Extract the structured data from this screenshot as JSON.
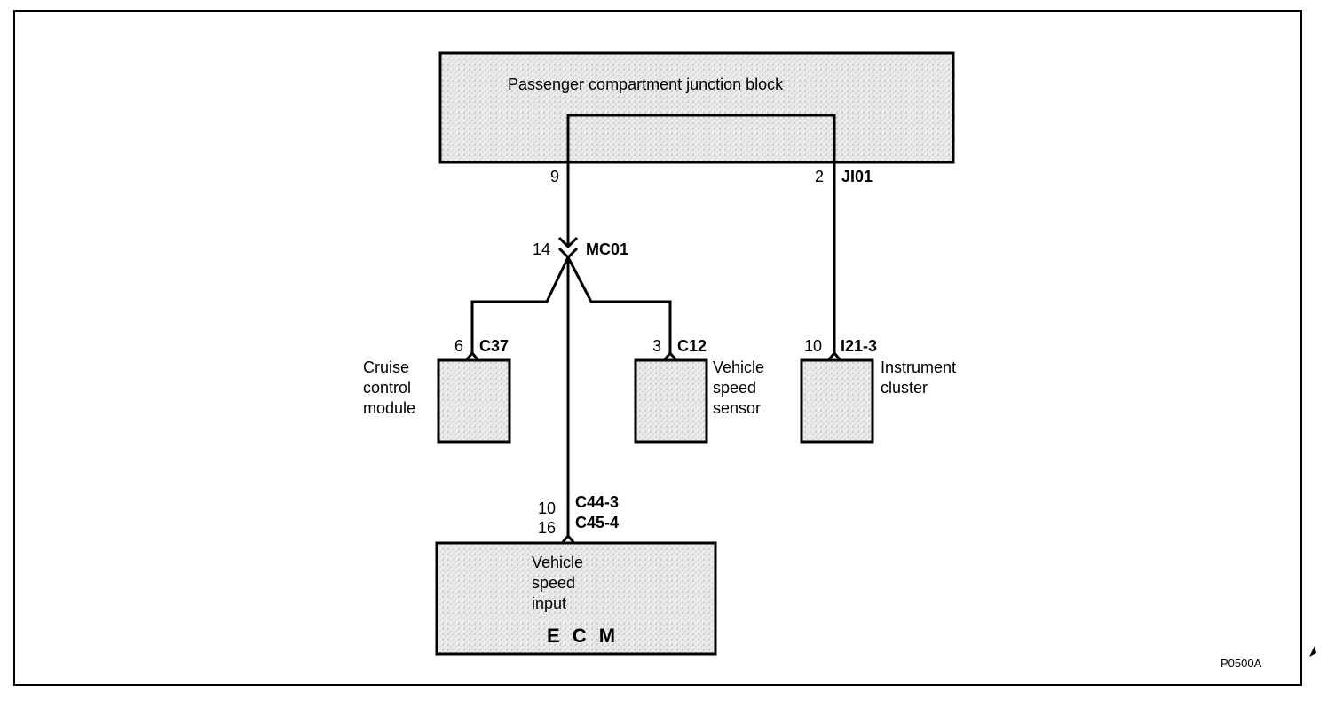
{
  "title": "Passenger compartment junction block",
  "junction_block": {
    "pin_left": "9",
    "pin_right": "2",
    "connector": "JI01"
  },
  "splice": {
    "pin": "14",
    "connector": "MC01"
  },
  "cruise_module": {
    "pin": "6",
    "connector": "C37",
    "label_lines": [
      "Cruise",
      "control",
      "module"
    ]
  },
  "speed_sensor": {
    "pin": "3",
    "connector": "C12",
    "label_lines": [
      "Vehicle",
      "speed",
      "sensor"
    ]
  },
  "instrument_cluster": {
    "pin": "10",
    "connector": "I21-3",
    "label_lines": [
      "Instrument",
      "cluster"
    ]
  },
  "ecm": {
    "pins": [
      "10",
      "16"
    ],
    "connectors": [
      "C44-3",
      "C45-4"
    ],
    "input_lines": [
      "Vehicle",
      "speed",
      "input"
    ],
    "name": "E C M"
  },
  "figure_id": "P0500A"
}
